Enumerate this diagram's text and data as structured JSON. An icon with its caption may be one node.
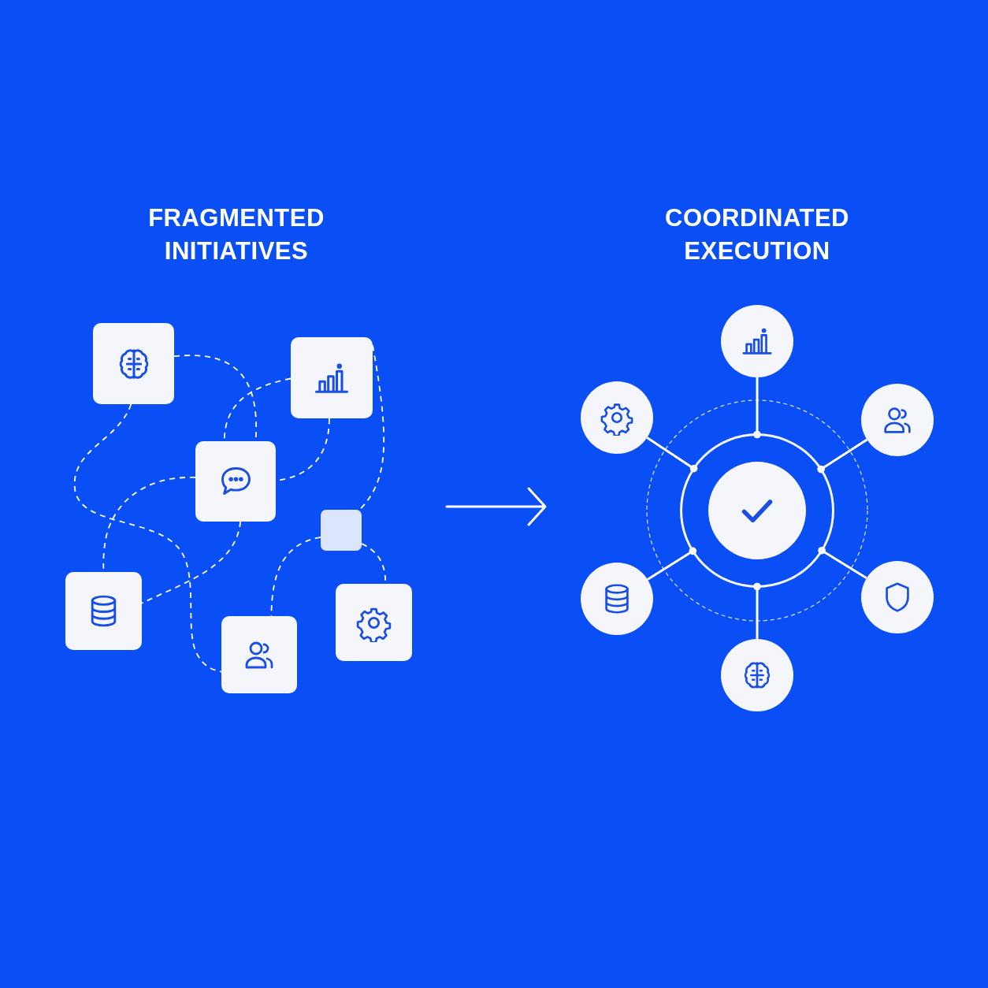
{
  "diagram": {
    "nodes": [
      {
        "text": [],
        "shape": "box"
      },
      {
        "text": [],
        "shape": "box"
      },
      {
        "text": [],
        "shape": "box"
      },
      {
        "text": [],
        "shape": "box"
      },
      {
        "text": [],
        "shape": "box"
      },
      {
        "text": [],
        "shape": "box"
      },
      {
        "text": [],
        "shape": "box"
      },
      {
        "text": [],
        "shape": "circle"
      },
      {
        "text": [],
        "shape": "circle",
        "in": 7
      },
      {
        "text": [],
        "shape": "circle"
      },
      {
        "text": [],
        "shape": "circle"
      },
      {
        "text": [],
        "shape": "circle"
      },
      {
        "text": [],
        "shape": "circle"
      },
      {
        "text": [],
        "shape": "circle"
      },
      {
        "text": [],
        "shape": "circle"
      }
    ],
    "edges": [
      {
        "from": 0,
        "to": 2,
        "arrow": "none",
        "style": "dashed"
      },
      {
        "from": 1,
        "to": 2,
        "arrow": "none",
        "style": "dashed"
      },
      {
        "from": 0,
        "to": 5,
        "arrow": "none",
        "style": "dashed"
      },
      {
        "from": 2,
        "to": 4,
        "arrow": "none",
        "style": "dashed"
      },
      {
        "from": 1,
        "to": 2,
        "arrow": "none",
        "style": "dashed"
      },
      {
        "from": 2,
        "to": 4,
        "arrow": "none",
        "style": "dashed"
      },
      {
        "from": 1,
        "to": 3,
        "arrow": "none",
        "style": "dashed"
      },
      {
        "from": 3,
        "to": 5,
        "arrow": "none",
        "style": "dashed"
      },
      {
        "from": 3,
        "to": 6,
        "arrow": "none",
        "style": "dashed"
      },
      {
        "from": 7,
        "to": 9,
        "arrow": "other"
      },
      {
        "from": 7,
        "to": 10,
        "arrow": "other"
      },
      {
        "from": 7,
        "to": 11,
        "arrow": "other"
      },
      {
        "from": 7,
        "to": 12,
        "arrow": "other"
      },
      {
        "from": 7,
        "to": 13,
        "arrow": "other"
      },
      {
        "from": 7,
        "to": 14,
        "arrow": "other"
      }
    ],
    "labels": [
      "FRAGMENTED INITIATIVES",
      "COORDINATED EXECUTION"
    ]
  }
}
